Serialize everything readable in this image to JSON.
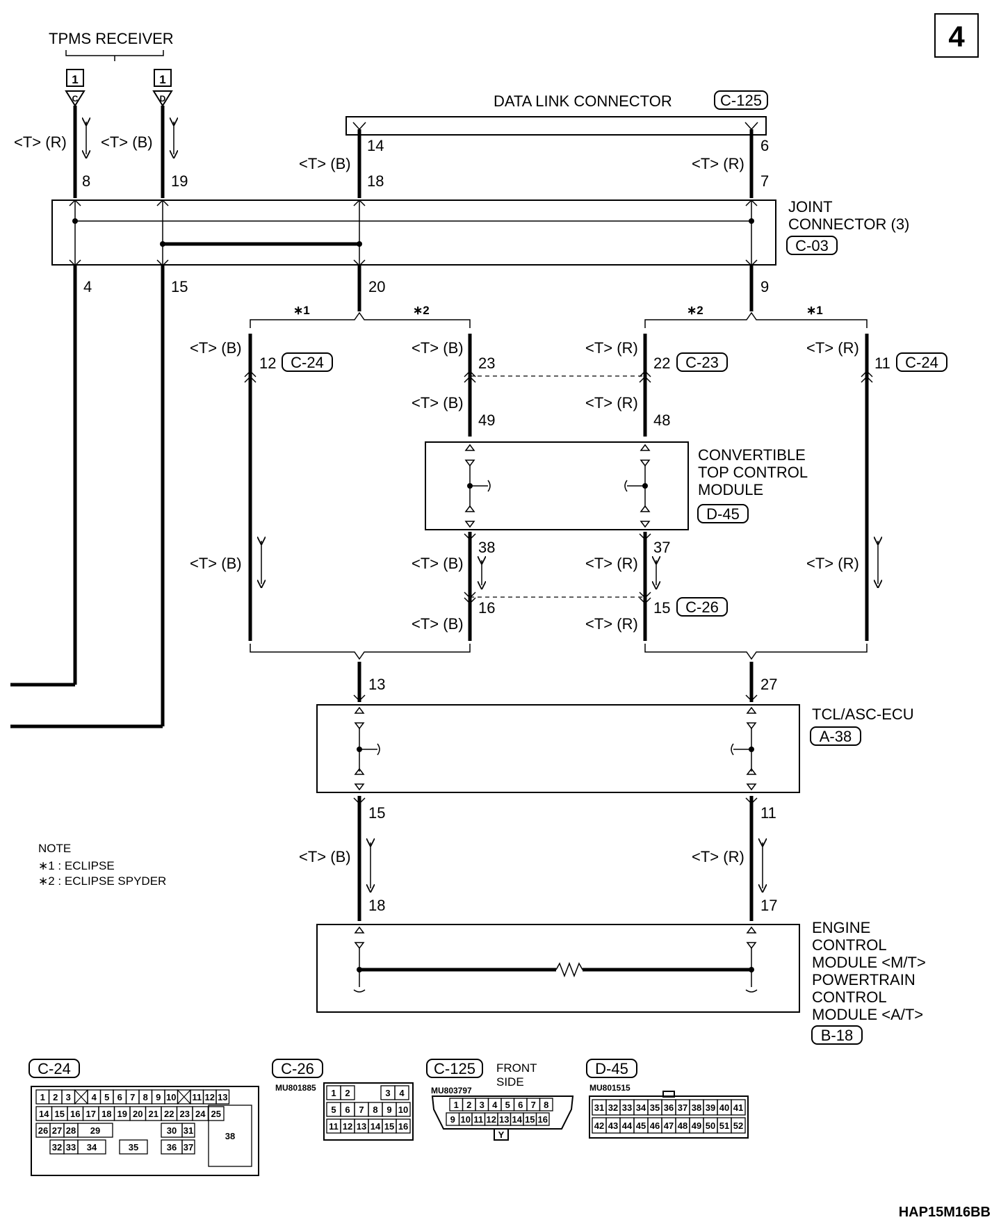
{
  "page_number": "4",
  "tpms": {
    "title": "TPMS RECEIVER",
    "conn_num": "1",
    "pin_c": "C",
    "pin_d": "D",
    "wire_c_label": "<T> (R)",
    "wire_d_label": "<T> (B)",
    "pin_8": "8",
    "pin_19": "19",
    "pin_4": "4",
    "pin_15": "15"
  },
  "dlc": {
    "title": "DATA LINK CONNECTOR",
    "code": "C-125",
    "pin_14": "14",
    "pin_6": "6",
    "pin_18": "18",
    "pin_7": "7",
    "label_b": "<T> (B)",
    "label_r": "<T> (R)"
  },
  "joint": {
    "line1": "JOINT",
    "line2": "CONNECTOR (3)",
    "code": "C-03",
    "pin_20": "20",
    "pin_9": "9"
  },
  "variants": {
    "star1": "∗1",
    "star2": "∗2",
    "left_12": "12",
    "left_12_code": "C-24",
    "pin_23": "23",
    "pin_22": "22",
    "pin_22_code": "C-23",
    "right_11": "11",
    "right_11_code": "C-24",
    "pin_49": "49",
    "pin_48": "48",
    "pin_38": "38",
    "pin_37": "37",
    "pin_16": "16",
    "pin_15": "15",
    "pin_15_code": "C-26",
    "label_b": "<T> (B)",
    "label_r": "<T> (R)"
  },
  "convertible": {
    "line1": "CONVERTIBLE",
    "line2": "TOP CONTROL",
    "line3": "MODULE",
    "code": "D-45"
  },
  "tcl": {
    "title": "TCL/ASC-ECU",
    "code": "A-38",
    "pin_13": "13",
    "pin_27": "27",
    "pin_15": "15",
    "pin_11": "11",
    "pin_18": "18",
    "pin_17": "17",
    "label_b": "<T> (B)",
    "label_r": "<T> (R)"
  },
  "ecm": {
    "line1": "ENGINE",
    "line2": "CONTROL",
    "line3": "MODULE <M/T>",
    "line4": "POWERTRAIN",
    "line5": "CONTROL",
    "line6": "MODULE <A/T>",
    "code": "B-18"
  },
  "note": {
    "title": "NOTE",
    "line1": "∗1 : ECLIPSE",
    "line2": "∗2 : ECLIPSE SPYDER"
  },
  "connectors": {
    "c24": {
      "code": "C-24",
      "row1": [
        "1",
        "2",
        "3",
        "",
        "4",
        "5",
        "6",
        "7",
        "8",
        "9",
        "10",
        "",
        "11",
        "12",
        "13"
      ],
      "row2": [
        "14",
        "15",
        "16",
        "17",
        "18",
        "19",
        "20",
        "21",
        "22",
        "23",
        "24",
        "25"
      ],
      "row3": [
        "26",
        "27",
        "28",
        "29",
        "30",
        "31"
      ],
      "row4": [
        "32",
        "33",
        "34",
        "35",
        "36",
        "37"
      ],
      "big": "38"
    },
    "c26": {
      "code": "C-26",
      "part": "MU801885",
      "row1": [
        "1",
        "2",
        "3",
        "4"
      ],
      "row2": [
        "5",
        "6",
        "7",
        "8",
        "9",
        "10"
      ],
      "row3": [
        "11",
        "12",
        "13",
        "14",
        "15",
        "16"
      ]
    },
    "c125": {
      "code": "C-125",
      "part": "MU803797",
      "side1": "FRONT",
      "side2": "SIDE",
      "row1": [
        "1",
        "2",
        "3",
        "4",
        "5",
        "6",
        "7",
        "8"
      ],
      "row2": [
        "9",
        "10",
        "11",
        "12",
        "13",
        "14",
        "15",
        "16"
      ],
      "key": "Y"
    },
    "d45": {
      "code": "D-45",
      "part": "MU801515",
      "row1": [
        "31",
        "32",
        "33",
        "34",
        "35",
        "36",
        "37",
        "38",
        "39",
        "40",
        "41"
      ],
      "row2": [
        "42",
        "43",
        "44",
        "45",
        "46",
        "47",
        "48",
        "49",
        "50",
        "51",
        "52"
      ]
    }
  },
  "footer_code": "HAP15M16BB"
}
